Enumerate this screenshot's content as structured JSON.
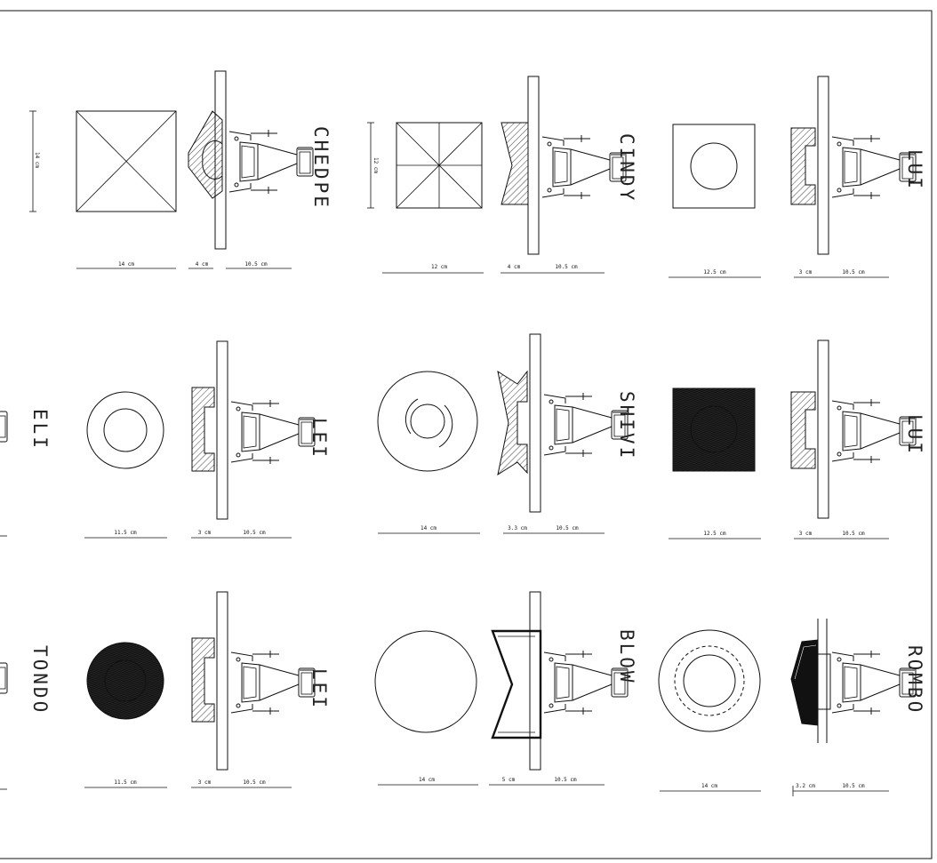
{
  "products": [
    {
      "id": "chedpe",
      "name": "CHEDPE",
      "height_dim": "14 cm",
      "dims": [
        "14 cm",
        "4 cm",
        "10.5 cm"
      ]
    },
    {
      "id": "cindy",
      "name": "CINDY",
      "height_dim": "12 cm",
      "dims": [
        "12 cm",
        "4 cm",
        "10.5 cm"
      ]
    },
    {
      "id": "lui1",
      "name": "LUI",
      "dims": [
        "12.5 cm",
        "3 cm",
        "10.5 cm"
      ]
    },
    {
      "id": "eli",
      "name": "ELI"
    },
    {
      "id": "lei1",
      "name": "LEI",
      "dims": [
        "11.5 cm",
        "3 cm",
        "10.5 cm"
      ]
    },
    {
      "id": "shivi",
      "name": "SHIVI",
      "dims": [
        "14 cm",
        "3.3 cm",
        "10.5 cm"
      ]
    },
    {
      "id": "lui2",
      "name": "LUI",
      "dims": [
        "12.5 cm",
        "3 cm",
        "10.5 cm"
      ]
    },
    {
      "id": "tondo",
      "name": "TONDO"
    },
    {
      "id": "lei2",
      "name": "LEI",
      "dims": [
        "11.5 cm",
        "3 cm",
        "10.5 cm"
      ]
    },
    {
      "id": "blow",
      "name": "BLOW",
      "dims": [
        "14 cm",
        "5 cm",
        "10.5 cm"
      ]
    },
    {
      "id": "rombo",
      "name": "ROMBO",
      "dims": [
        "14 cm",
        "3.2 cm",
        "10.5 cm"
      ]
    }
  ]
}
